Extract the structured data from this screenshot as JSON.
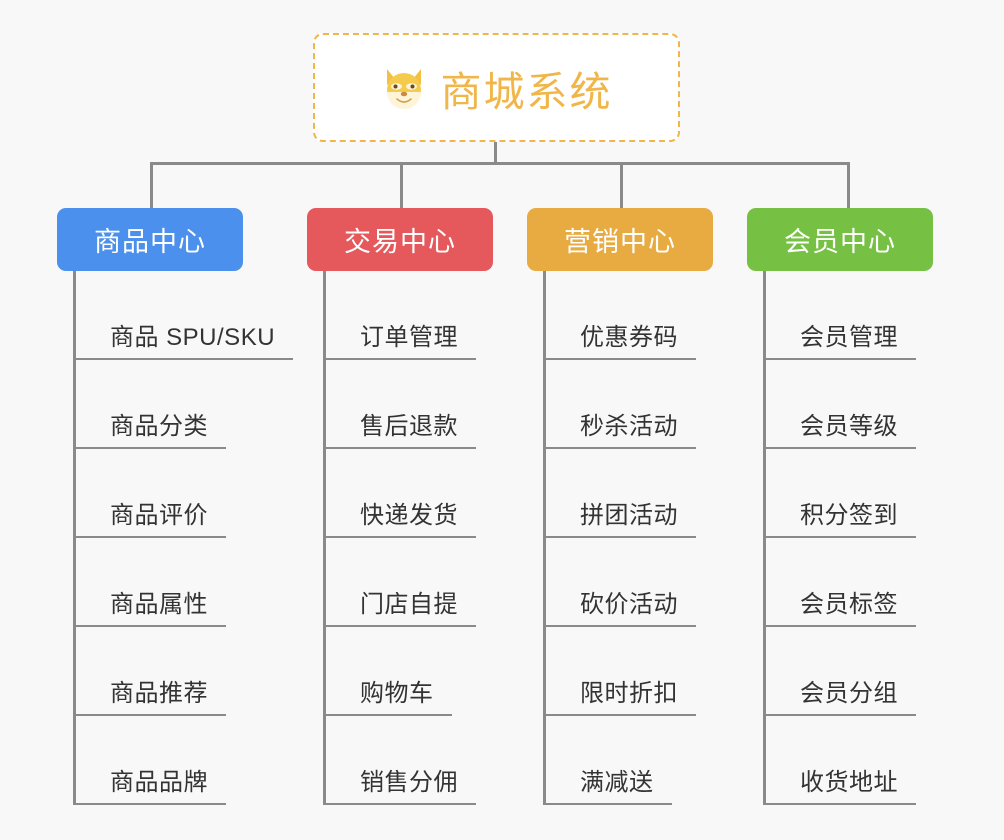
{
  "page": {
    "background_color": "#f8f8f8",
    "line_color": "#8a8a8a",
    "text_color": "#333333"
  },
  "root": {
    "title": "商城系统",
    "icon": "dog-face-icon",
    "accent_color": "#f0b64a",
    "border_style": "dashed"
  },
  "columns": [
    {
      "id": "product-center",
      "title": "商品中心",
      "color": "#4a90ec",
      "items": [
        "商品 SPU/SKU",
        "商品分类",
        "商品评价",
        "商品属性",
        "商品推荐",
        "商品品牌"
      ]
    },
    {
      "id": "trade-center",
      "title": "交易中心",
      "color": "#e5595c",
      "items": [
        "订单管理",
        "售后退款",
        "快递发货",
        "门店自提",
        "购物车",
        "销售分佣"
      ]
    },
    {
      "id": "marketing-center",
      "title": "营销中心",
      "color": "#e8ab42",
      "items": [
        "优惠券码",
        "秒杀活动",
        "拼团活动",
        "砍价活动",
        "限时折扣",
        "满减送"
      ]
    },
    {
      "id": "member-center",
      "title": "会员中心",
      "color": "#76c043",
      "items": [
        "会员管理",
        "会员等级",
        "积分签到",
        "会员标签",
        "会员分组",
        "收货地址"
      ]
    }
  ]
}
